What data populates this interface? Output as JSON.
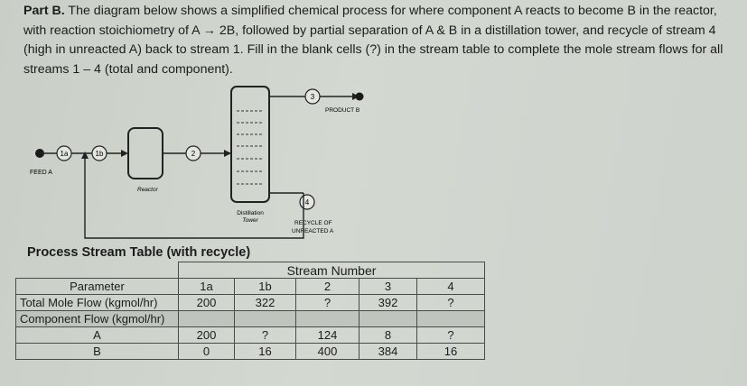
{
  "problem": {
    "part_label": "Part B.",
    "text": "The diagram below shows a simplified chemical process for where component A reacts to become B in the reactor, with reaction stoichiometry of A → 2B, followed by partial separation of A & B in a distillation tower, and recycle of stream 4 (high in unreacted A) back to stream 1.  Fill in the blank cells (?) in the stream table to complete the mole stream flows for all streams 1 – 4 (total and component)."
  },
  "diagram": {
    "feed_label": "FEED A",
    "reactor_label": "Reactor",
    "tower_label_1": "Distillation",
    "tower_label_2": "Tower",
    "product_label": "PRODUCT B",
    "recycle_label_1": "RECYCLE OF",
    "recycle_label_2": "UNREACTED A",
    "stream_tags": [
      "1a",
      "1b",
      "2",
      "3",
      "4"
    ]
  },
  "table": {
    "title": "Process Stream Table (with recycle)",
    "stream_number_header": "Stream Number",
    "parameter_header": "Parameter",
    "stream_ids": [
      "1a",
      "1b",
      "2",
      "3",
      "4"
    ],
    "rows": [
      {
        "label": "Total Mole Flow (kgmol/hr)",
        "values": [
          "200",
          "322",
          "?",
          "392",
          "?"
        ]
      },
      {
        "label": "Component Flow (kgmol/hr)",
        "values": [
          "",
          "",
          "",
          "",
          ""
        ]
      },
      {
        "label": "A",
        "values": [
          "200",
          "?",
          "124",
          "8",
          "?"
        ]
      },
      {
        "label": "B",
        "values": [
          "0",
          "16",
          "400",
          "384",
          "16"
        ]
      }
    ]
  }
}
